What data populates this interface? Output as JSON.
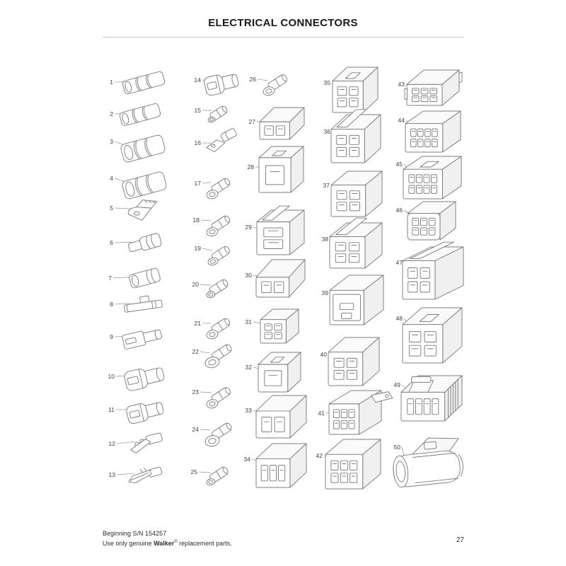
{
  "page": {
    "title": "ELECTRICAL CONNECTORS",
    "page_number": "27"
  },
  "footer": {
    "line1": "Beginning S/N 154257",
    "line2_prefix": "Use only genuine ",
    "brand": "Walker",
    "registered": "®",
    "line2_suffix": " replacement parts."
  },
  "colors": {
    "line": "#7d7d7d",
    "label": "#3f3f3f",
    "leader": "#9a9a9a",
    "rule": "#c8c8c8",
    "background": "#ffffff"
  },
  "diagram": {
    "items": [
      {
        "num": "1",
        "name": "butt-connector",
        "t": "butt",
        "o": {},
        "l": [
          160,
          116
        ],
        "p": [
          172,
          101,
          62,
          32
        ]
      },
      {
        "num": "2",
        "name": "butt-connector",
        "t": "butt",
        "o": {},
        "l": [
          160,
          161
        ],
        "p": [
          168,
          146,
          60,
          32
        ]
      },
      {
        "num": "3",
        "name": "heat-shrink-butt-connector",
        "t": "butt",
        "o": {
          "big": 1
        },
        "l": [
          160,
          200
        ],
        "p": [
          170,
          186,
          64,
          48
        ]
      },
      {
        "num": "4",
        "name": "heat-shrink-butt-connector",
        "t": "butt",
        "o": {
          "big": 1
        },
        "l": [
          160,
          252
        ],
        "p": [
          172,
          238,
          64,
          48
        ]
      },
      {
        "num": "5",
        "name": "flag-terminal",
        "t": "flag",
        "o": {},
        "l": [
          160,
          294
        ],
        "p": [
          176,
          279,
          56,
          36
        ]
      },
      {
        "num": "6",
        "name": "male-bullet-connector",
        "t": "bulletm",
        "o": {},
        "l": [
          160,
          343
        ],
        "p": [
          179,
          326,
          52,
          36
        ]
      },
      {
        "num": "7",
        "name": "female-bullet-connector",
        "t": "bulletf",
        "o": {},
        "l": [
          158,
          393
        ],
        "p": [
          181,
          375,
          48,
          36
        ]
      },
      {
        "num": "8",
        "name": "piggyback-spade-terminal",
        "t": "piggy",
        "o": {},
        "l": [
          160,
          430
        ],
        "p": [
          172,
          414,
          62,
          32
        ]
      },
      {
        "num": "9",
        "name": "female-spade-terminal",
        "t": "spadef",
        "o": {},
        "l": [
          160,
          476
        ],
        "p": [
          172,
          457,
          60,
          40
        ]
      },
      {
        "num": "10",
        "name": "insulated-female-spade-connector",
        "t": "spadef",
        "o": {
          "ins": 1
        },
        "l": [
          162,
          532
        ],
        "p": [
          175,
          510,
          60,
          46
        ]
      },
      {
        "num": "11",
        "name": "insulated-female-spade-connector",
        "t": "spadef",
        "o": {
          "ins": 1
        },
        "l": [
          162,
          579
        ],
        "p": [
          178,
          560,
          56,
          42
        ]
      },
      {
        "num": "12",
        "name": "female-spade-terminal",
        "t": "spadeopen",
        "o": {},
        "l": [
          163,
          627
        ],
        "p": [
          181,
          606,
          52,
          40
        ]
      },
      {
        "num": "13",
        "name": "male-blade-terminal",
        "t": "blade",
        "o": {},
        "l": [
          163,
          671
        ],
        "p": [
          178,
          652,
          54,
          38
        ]
      },
      {
        "num": "14",
        "name": "insulated-female-spade-connector",
        "t": "spadef",
        "o": {
          "ins": 1
        },
        "l": [
          284,
          113
        ],
        "p": [
          288,
          95,
          52,
          44
        ]
      },
      {
        "num": "15",
        "name": "ring-terminal",
        "t": "ring",
        "o": {
          "R": 5
        },
        "l": [
          284,
          156
        ],
        "p": [
          290,
          141,
          46,
          34
        ]
      },
      {
        "num": "16",
        "name": "hook-terminal",
        "t": "hook",
        "o": {},
        "l": [
          284,
          202
        ],
        "p": [
          288,
          185,
          50,
          38
        ]
      },
      {
        "num": "17",
        "name": "ring-terminal",
        "t": "ring",
        "o": {
          "R": 8
        },
        "l": [
          284,
          259
        ],
        "p": [
          288,
          237,
          50,
          46
        ]
      },
      {
        "num": "18",
        "name": "ring-terminal",
        "t": "ring",
        "o": {
          "R": 8
        },
        "l": [
          282,
          311
        ],
        "p": [
          288,
          292,
          50,
          44
        ]
      },
      {
        "num": "19",
        "name": "ring-terminal",
        "t": "ring",
        "o": {
          "R": 7
        },
        "l": [
          284,
          351
        ],
        "p": [
          290,
          335,
          48,
          42
        ]
      },
      {
        "num": "20",
        "name": "ring-terminal",
        "t": "ring",
        "o": {
          "R": 6
        },
        "l": [
          281,
          402
        ],
        "p": [
          288,
          387,
          50,
          36
        ]
      },
      {
        "num": "21",
        "name": "ring-terminal",
        "t": "ring",
        "o": {
          "R": 8
        },
        "l": [
          284,
          457
        ],
        "p": [
          288,
          437,
          50,
          44
        ]
      },
      {
        "num": "22",
        "name": "ring-terminal",
        "t": "ring",
        "o": {
          "R": 10
        },
        "l": [
          281,
          497
        ],
        "p": [
          286,
          480,
          54,
          42
        ]
      },
      {
        "num": "23",
        "name": "ring-terminal",
        "t": "ring",
        "o": {
          "R": 8
        },
        "l": [
          281,
          554
        ],
        "p": [
          288,
          535,
          52,
          44
        ]
      },
      {
        "num": "24",
        "name": "ring-terminal",
        "t": "ring",
        "o": {
          "R": 10
        },
        "l": [
          281,
          607
        ],
        "p": [
          286,
          587,
          54,
          46
        ]
      },
      {
        "num": "25",
        "name": "ring-terminal",
        "t": "ring",
        "o": {
          "R": 6
        },
        "l": [
          279,
          667
        ],
        "p": [
          288,
          652,
          50,
          36
        ]
      },
      {
        "num": "26",
        "name": "ring-terminal",
        "t": "ring",
        "o": {
          "R": 8
        },
        "l": [
          362,
          112
        ],
        "p": [
          368,
          95,
          52,
          42
        ]
      },
      {
        "num": "27",
        "name": "connector-housing-1-cavity",
        "t": "box",
        "o": {
          "r": 1,
          "c": 2,
          "dy": 0.44
        },
        "l": [
          361,
          172
        ],
        "p": [
          367,
          152,
          64,
          46
        ]
      },
      {
        "num": "28",
        "name": "connector-housing-1-cavity",
        "t": "box",
        "o": {
          "r": 1,
          "c": 1,
          "lock": 1,
          "dx": 0.28,
          "dy": 0.24
        },
        "l": [
          359,
          236
        ],
        "p": [
          366,
          207,
          64,
          66
        ]
      },
      {
        "num": "29",
        "name": "connector-housing-2-cavity",
        "t": "box",
        "o": {
          "r": 2,
          "c": 1,
          "strap": 1,
          "dx": 0.3,
          "dy": 0.26
        },
        "l": [
          356,
          321
        ],
        "p": [
          363,
          297,
          68,
          64
        ]
      },
      {
        "num": "30",
        "name": "connector-housing-flat",
        "t": "box",
        "o": {
          "r": 1,
          "c": 2,
          "dy": 0.46
        },
        "l": [
          356,
          389
        ],
        "p": [
          362,
          367,
          70,
          54
        ]
      },
      {
        "num": "31",
        "name": "connector-housing-4-cavity",
        "t": "box",
        "o": {
          "r": 2,
          "c": 2
        },
        "l": [
          356,
          455
        ],
        "p": [
          368,
          437,
          55,
          49
        ]
      },
      {
        "num": "32",
        "name": "connector-housing-1-cavity",
        "t": "box",
        "o": {
          "r": 1,
          "c": 1,
          "lock": 1,
          "dx": 0.3
        },
        "l": [
          356,
          519
        ],
        "p": [
          365,
          498,
          61,
          57
        ]
      },
      {
        "num": "33",
        "name": "connector-housing-2-cavity",
        "t": "box",
        "o": {
          "r": 1,
          "c": 2,
          "dy": 0.36
        },
        "l": [
          356,
          580
        ],
        "p": [
          362,
          559,
          72,
          61
        ]
      },
      {
        "num": "34",
        "name": "connector-housing-3-cavity",
        "t": "box",
        "o": {
          "r": 1,
          "c": 3,
          "dy": 0.34
        },
        "l": [
          354,
          649
        ],
        "p": [
          362,
          627,
          72,
          63
        ]
      },
      {
        "num": "35",
        "name": "connector-housing-4-cavity",
        "t": "box",
        "o": {
          "r": 2,
          "c": 2,
          "lock": 1
        },
        "l": [
          467,
          117
        ],
        "p": [
          470,
          95,
          65,
          65
        ]
      },
      {
        "num": "36",
        "name": "connector-housing-4-cavity",
        "t": "box",
        "o": {
          "r": 2,
          "c": 2,
          "strap": 1
        },
        "l": [
          467,
          186
        ],
        "p": [
          468,
          162,
          71,
          69
        ]
      },
      {
        "num": "37",
        "name": "connector-housing-4-cavity",
        "t": "box",
        "o": {
          "r": 2,
          "c": 2
        },
        "l": [
          466,
          262
        ],
        "p": [
          468,
          242,
          73,
          65
        ]
      },
      {
        "num": "38",
        "name": "connector-housing-4-cavity",
        "t": "box",
        "o": {
          "r": 2,
          "c": 2,
          "strap": 1
        },
        "l": [
          464,
          338
        ],
        "p": [
          466,
          315,
          75,
          65
        ]
      },
      {
        "num": "39",
        "name": "connector-housing-shrouded",
        "t": "box",
        "o": {
          "shroud": 1,
          "dx": 0.36
        },
        "l": [
          464,
          414
        ],
        "p": [
          466,
          389,
          77,
          71
        ]
      },
      {
        "num": "40",
        "name": "connector-housing-4-cavity",
        "t": "box",
        "o": {
          "r": 2,
          "c": 2
        },
        "l": [
          462,
          501
        ],
        "p": [
          464,
          477,
          73,
          69
        ]
      },
      {
        "num": "41",
        "name": "connector-housing-6-cavity-bracket",
        "t": "box",
        "o": {
          "r": 2,
          "c": 3,
          "bracket": 1,
          "dx": 0.42
        },
        "l": [
          459,
          584
        ],
        "p": [
          465,
          552,
          75,
          63
        ]
      },
      {
        "num": "42",
        "name": "connector-housing-6-cavity",
        "t": "box",
        "o": {
          "r": 2,
          "c": 3
        },
        "l": [
          456,
          644
        ],
        "p": [
          460,
          621,
          79,
          71
        ]
      },
      {
        "num": "43",
        "name": "connector-housing-6-cavity-flange",
        "t": "box",
        "o": {
          "r": 2,
          "c": 3,
          "dy": 0.4,
          "flange": 1
        },
        "l": [
          572,
          119
        ],
        "p": [
          575,
          99,
          75,
          51
        ]
      },
      {
        "num": "44",
        "name": "connector-housing-8-cavity",
        "t": "box",
        "o": {
          "r": 2,
          "c": 4
        },
        "l": [
          572,
          170
        ],
        "p": [
          573,
          157,
          79,
          59
        ]
      },
      {
        "num": "45",
        "name": "connector-housing-8-cavity",
        "t": "box",
        "o": {
          "r": 2,
          "c": 4,
          "lock": 1
        },
        "l": [
          569,
          232
        ],
        "p": [
          570,
          221,
          83,
          61
        ]
      },
      {
        "num": "46",
        "name": "connector-housing-6-cavity",
        "t": "box",
        "o": {
          "r": 2,
          "c": 3,
          "round": 1
        },
        "l": [
          569,
          297
        ],
        "p": [
          576,
          285,
          69,
          55
        ]
      },
      {
        "num": "47",
        "name": "connector-housing-long",
        "t": "box",
        "o": {
          "r": 2,
          "c": 2,
          "strap": 1,
          "dx": 0.46,
          "dy": 0.26
        },
        "l": [
          569,
          371
        ],
        "p": [
          569,
          349,
          87,
          75
        ]
      },
      {
        "num": "48",
        "name": "connector-housing-large",
        "t": "box",
        "o": {
          "r": 2,
          "c": 2,
          "lock": 1
        },
        "l": [
          569,
          450
        ],
        "p": [
          569,
          435,
          85,
          79
        ]
      },
      {
        "num": "49",
        "name": "weatherpack-connector",
        "t": "box",
        "o": {
          "r": 1,
          "c": 4,
          "ribs": 1,
          "handle": 1,
          "dy": 0.36,
          "dx": 0.28
        },
        "l": [
          566,
          544
        ],
        "p": [
          567,
          531,
          87,
          65
        ]
      },
      {
        "num": "50",
        "name": "sealed-connector",
        "t": "sealed",
        "o": {},
        "l": [
          566,
          632
        ],
        "p": [
          551,
          614,
          112,
          86
        ]
      }
    ]
  }
}
